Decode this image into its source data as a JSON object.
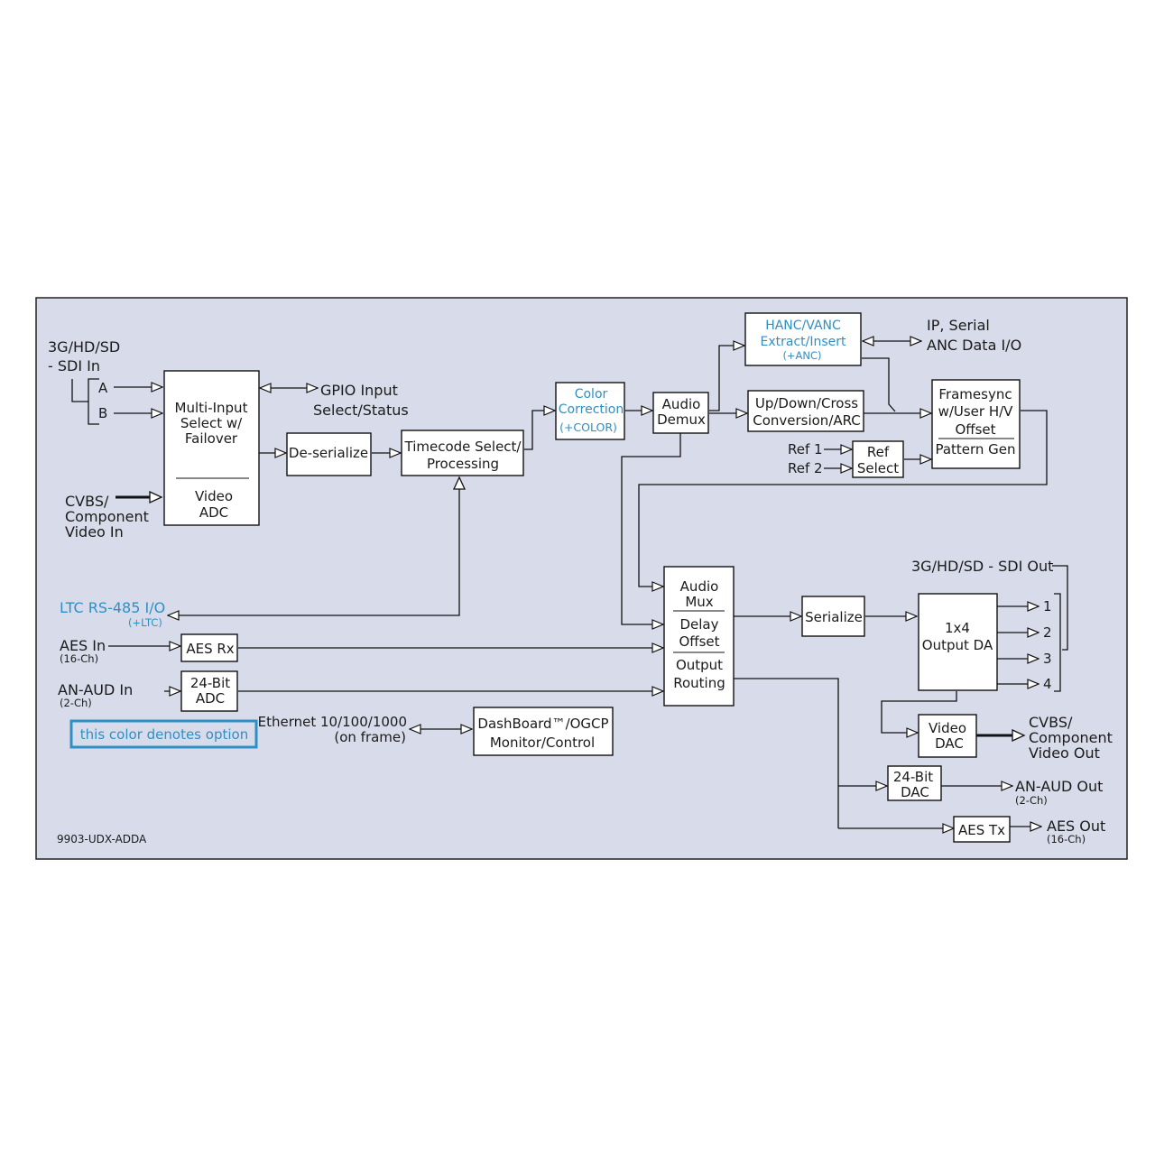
{
  "colors": {
    "panel": "#d8dcea",
    "option": "#2f8fc4",
    "line": "#111111"
  },
  "inputs": {
    "sdi_in_1": "3G/HD/SD",
    "sdi_in_2": "- SDI In",
    "a": "A",
    "b": "B",
    "cvbs_1": "CVBS/",
    "cvbs_2": "Component",
    "cvbs_3": "Video In",
    "ltc": "LTC RS-485 I/O",
    "ltc_opt": "(+LTC)",
    "aes_in": "AES In",
    "aes_in_ch": "(16-Ch)",
    "anaud_in": "AN-AUD In",
    "anaud_in_ch": "(2-Ch)",
    "ethernet_1": "Ethernet 10/100/1000",
    "ethernet_2": "(on frame)",
    "gpio_1": "GPIO Input",
    "gpio_2": "Select/Status",
    "ip_1": "IP, Serial",
    "ip_2": "ANC Data I/O",
    "ref1": "Ref 1",
    "ref2": "Ref 2"
  },
  "blocks": {
    "multi_1": "Multi-Input",
    "multi_2": "Select w/",
    "multi_3": "Failover",
    "multi_4": "Video",
    "multi_5": "ADC",
    "deserialize": "De-serialize",
    "timecode_1": "Timecode Select/",
    "timecode_2": "Processing",
    "color_1": "Color",
    "color_2": "Correction",
    "color_3": "(+COLOR)",
    "demux_1": "Audio",
    "demux_2": "Demux",
    "hanc_1": "HANC/VANC",
    "hanc_2": "Extract/Insert",
    "hanc_3": "(+ANC)",
    "updown_1": "Up/Down/Cross",
    "updown_2": "Conversion/ARC",
    "framesync_1": "Framesync",
    "framesync_2": "w/User H/V",
    "framesync_3": "Offset",
    "framesync_4": "Pattern Gen",
    "refsel_1": "Ref",
    "refsel_2": "Select",
    "aesrx": "AES Rx",
    "adc_1": "24-Bit",
    "adc_2": "ADC",
    "mux_1": "Audio",
    "mux_2": "Mux",
    "mux_3": "Delay",
    "mux_4": "Offset",
    "mux_5": "Output",
    "mux_6": "Routing",
    "serialize": "Serialize",
    "da_1": "1x4",
    "da_2": "Output DA",
    "vdac_1": "Video",
    "vdac_2": "DAC",
    "dac_1": "24-Bit",
    "dac_2": "DAC",
    "aestx": "AES Tx",
    "dash_1": "DashBoard™/OGCP",
    "dash_2": "Monitor/Control"
  },
  "outputs": {
    "sdi_out": "3G/HD/SD - SDI Out",
    "o1": "1",
    "o2": "2",
    "o3": "3",
    "o4": "4",
    "cvbs_1": "CVBS/",
    "cvbs_2": "Component",
    "cvbs_3": "Video Out",
    "anaud_out": "AN-AUD Out",
    "anaud_out_ch": "(2-Ch)",
    "aes_out": "AES Out",
    "aes_out_ch": "(16-Ch)"
  },
  "legend": "this color denotes option",
  "model": "9903-UDX-ADDA"
}
